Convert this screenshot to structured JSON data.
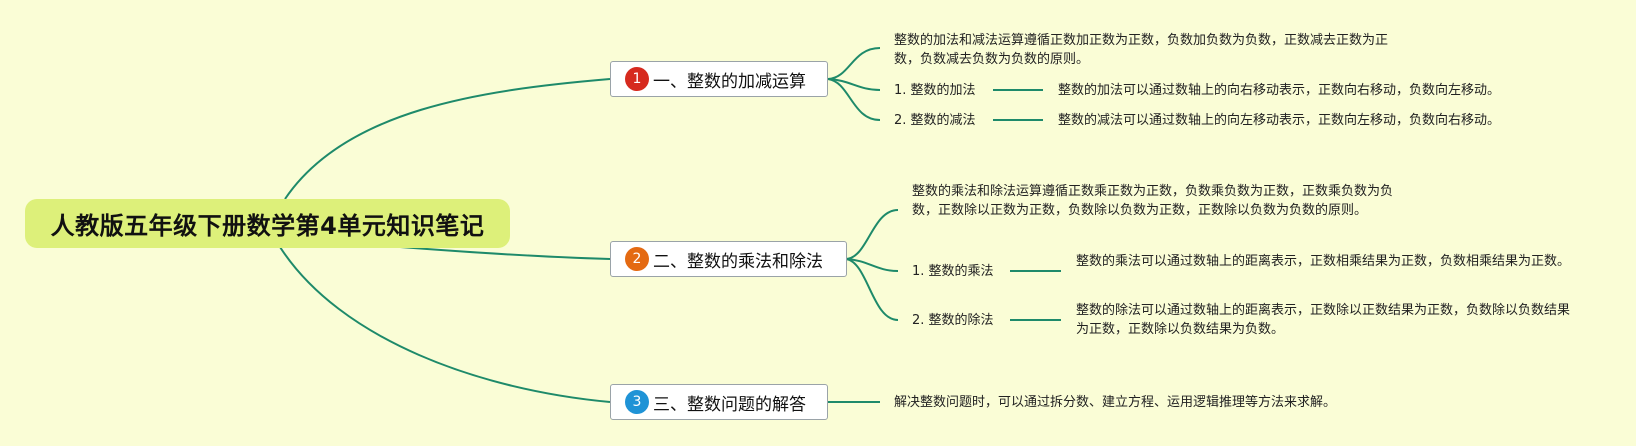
{
  "root": {
    "title": "人教版五年级下册数学第4单元知识笔记"
  },
  "colors": {
    "background": "#fafdd6",
    "root_fill": "#ddf07a",
    "line": "#1e8a6a",
    "badge_1": "#d62a1e",
    "badge_2": "#e46a12",
    "badge_3": "#1f93d6"
  },
  "branches": [
    {
      "number": "1",
      "label": "一、整数的加减运算",
      "summary": "整数的加法和减法运算遵循正数加正数为正数，负数加负数为负数，正数减去正数为正数，负数减去负数为负数的原则。",
      "items": [
        {
          "label": "1. 整数的加法",
          "detail": "整数的加法可以通过数轴上的向右移动表示，正数向右移动，负数向左移动。"
        },
        {
          "label": "2. 整数的减法",
          "detail": "整数的减法可以通过数轴上的向左移动表示，正数向左移动，负数向右移动。"
        }
      ]
    },
    {
      "number": "2",
      "label": "二、整数的乘法和除法",
      "summary": "整数的乘法和除法运算遵循正数乘正数为正数，负数乘负数为正数，正数乘负数为负数，正数除以正数为正数，负数除以负数为正数，正数除以负数为负数的原则。",
      "items": [
        {
          "label": "1. 整数的乘法",
          "detail": "整数的乘法可以通过数轴上的距离表示，正数相乘结果为正数，负数相乘结果为正数。"
        },
        {
          "label": "2. 整数的除法",
          "detail": "整数的除法可以通过数轴上的距离表示，正数除以正数结果为正数，负数除以负数结果为正数，正数除以负数结果为负数。"
        }
      ]
    },
    {
      "number": "3",
      "label": "三、整数问题的解答",
      "summary": "解决整数问题时，可以通过拆分数、建立方程、运用逻辑推理等方法来求解。",
      "items": []
    }
  ]
}
